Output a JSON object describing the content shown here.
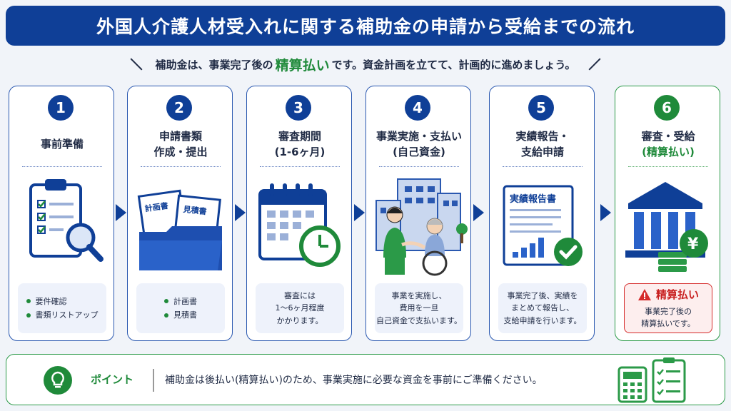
{
  "title": "外国人介護人材受入れに関する補助金の申請から受給までの流れ",
  "subtitle": {
    "before": "補助金は、事業完了後の",
    "highlight": "精算払い",
    "after": "です。資金計画を立てて、計画的に進めましょう。"
  },
  "steps": [
    {
      "number": "1",
      "title_line1": "事前準備",
      "title_line2": "",
      "notes": [
        "要件確認",
        "書類リストアップ"
      ]
    },
    {
      "number": "2",
      "title_line1": "申請書類",
      "title_line2": "作成・提出",
      "doc_labels": [
        "計画書",
        "見積書"
      ],
      "notes": [
        "計画書",
        "見積書"
      ]
    },
    {
      "number": "3",
      "title_line1": "審査期間",
      "title_line2": "(1-6ヶ月)",
      "note": "審査には\n1〜6ヶ月程度\nかかります。"
    },
    {
      "number": "4",
      "title_line1": "事業実施・支払い",
      "title_line2": "(自己資金)",
      "note": "事業を実施し、\n費用を一旦\n自己資金で支払います。"
    },
    {
      "number": "5",
      "title_line1": "実績報告・",
      "title_line2": "支給申請",
      "doc_label": "実績報告書",
      "note": "事業完了後、実績を\nまとめて報告し、\n支給申請を行います。"
    },
    {
      "number": "6",
      "title_line1": "審査・受給",
      "title_line2": "(精算払い)",
      "warning": "精算払い",
      "note": "事業完了後の\n精算払いです。",
      "currency_symbol": "¥"
    }
  ],
  "point": {
    "label": "ポイント",
    "text": "補助金は後払い(精算払い)のため、事業実施に必要な資金を事前にご準備ください。"
  },
  "colors": {
    "navy": "#0f3f97",
    "green": "#1f8a3a",
    "red": "#d52b2b"
  }
}
